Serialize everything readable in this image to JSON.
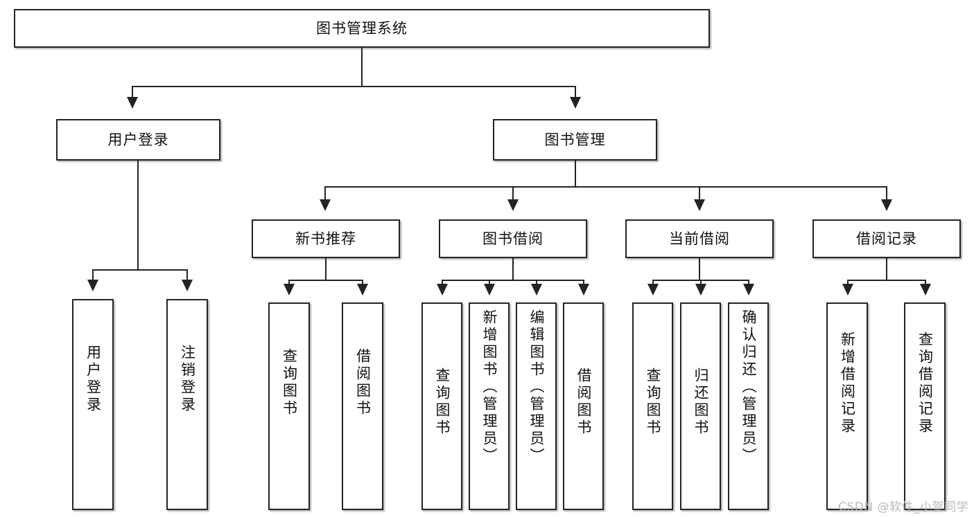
{
  "diagram": {
    "title": "图书管理系统",
    "type": "tree-hierarchy-chart",
    "root": {
      "label": "图书管理系统"
    },
    "level2": [
      {
        "label": "用户登录"
      },
      {
        "label": "图书管理"
      }
    ],
    "level3": [
      {
        "label": "新书推荐"
      },
      {
        "label": "图书借阅"
      },
      {
        "label": "当前借阅"
      },
      {
        "label": "借阅记录"
      }
    ],
    "leaves": {
      "user_login": [
        {
          "label": "用户登录"
        },
        {
          "label": "注销登录"
        }
      ],
      "new_book_recommend": [
        {
          "label": "查询图书"
        },
        {
          "label": "借阅图书"
        }
      ],
      "book_borrow": [
        {
          "label": "查询图书"
        },
        {
          "label": "新增图书（管理员）"
        },
        {
          "label": "编辑图书（管理员）"
        },
        {
          "label": "借阅图书"
        }
      ],
      "current_borrow": [
        {
          "label": "查询图书"
        },
        {
          "label": "归还图书"
        },
        {
          "label": "确认归还（管理员）"
        }
      ],
      "borrow_record": [
        {
          "label": "新增借阅记录"
        },
        {
          "label": "查询借阅记录"
        }
      ]
    }
  },
  "watermark": {
    "text": "CSDN @软件_小贺同学"
  },
  "colors": {
    "stroke": "#232323",
    "background": "#ffffff",
    "text": "#111111",
    "watermark": "#b9b9b9"
  }
}
